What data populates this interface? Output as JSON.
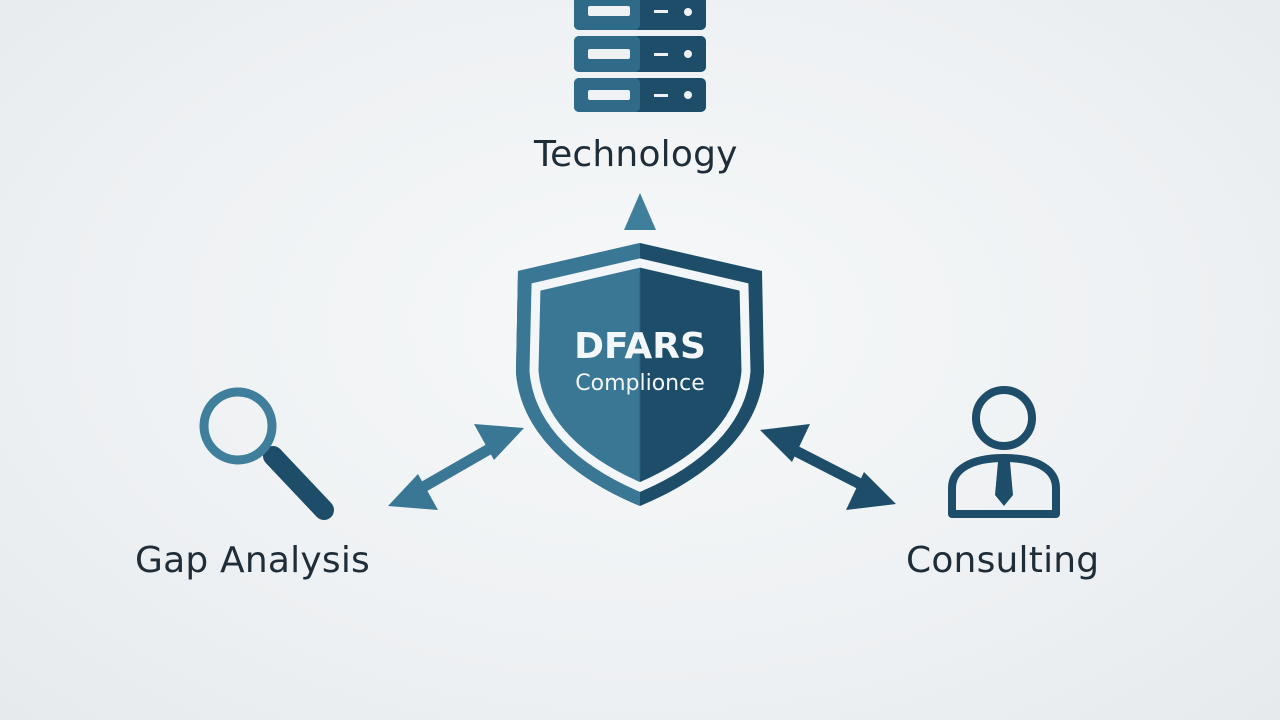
{
  "nodes": {
    "center": {
      "title": "DFARS",
      "subtitle": "Complionce",
      "icon": "shield-icon"
    },
    "top": {
      "label": "Technology",
      "icon": "server-rack-icon"
    },
    "left": {
      "label": "Gap Analysis",
      "icon": "magnifying-glass-icon"
    },
    "right": {
      "label": "Consulting",
      "icon": "person-with-tie-icon"
    }
  },
  "connectors": [
    {
      "from": "center",
      "to": "top",
      "style": "arrow-one-way"
    },
    {
      "from": "center",
      "to": "left",
      "style": "arrow-two-way"
    },
    {
      "from": "center",
      "to": "right",
      "style": "arrow-two-way"
    }
  ],
  "colors": {
    "primary_dark": "#1d4d68",
    "primary_light": "#3f7f9c",
    "text": "#1f2d38",
    "background": "#eef1f3"
  }
}
